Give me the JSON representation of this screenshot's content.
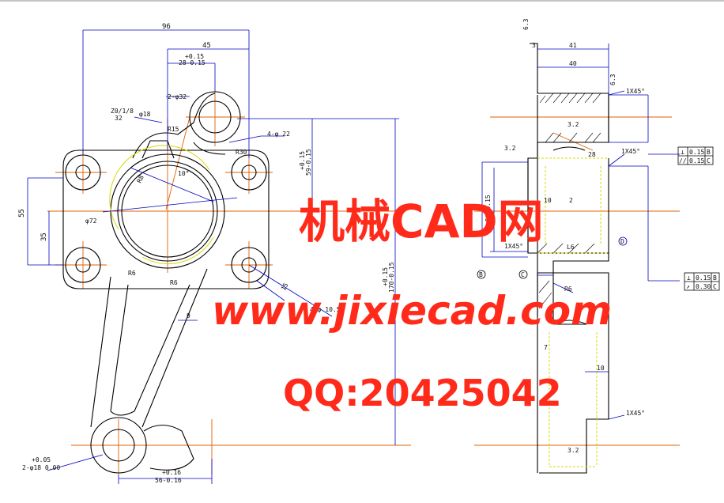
{
  "dims_front": {
    "d96": "96",
    "d45": "45",
    "d28_tol_hi": "+0.15",
    "d28": "28-0.15",
    "d2phi32": "2-φ32",
    "surf_a": "Z0/1/8",
    "surf_b": "32",
    "phi18": "φ18",
    "r15": "R15",
    "r30": "R30",
    "holes22": "4-φ 22",
    "d59_tol_hi": "+0.15",
    "d59": "59-0.15",
    "d10": "10°",
    "r8": "R8",
    "phi72": "φ72",
    "d55": "55",
    "d35": "35",
    "r6a": "R6",
    "r6b": "R6",
    "d15": "15",
    "holes105": "4-φ 10.5",
    "d9": "9",
    "d170_tol_hi": "+0.15",
    "d170": "170-0.15",
    "d2phi18_tol_hi": "+0.05",
    "d2phi18": "2-φ18  0.00",
    "d56_tol_hi": "+0.16",
    "d56": "56-0.16"
  },
  "dims_side": {
    "surf63": "6.3",
    "d3": "3",
    "d41": "41",
    "d40": "40",
    "surf63b": "6.3",
    "ch1": "1X45°",
    "surf32a": "3.2",
    "surf32b": "3.2",
    "d28": "28",
    "ch2": "1X45°",
    "d10": "10",
    "d2": "2",
    "d58": "58-0.15",
    "ch3": "1X45°",
    "l6": "L6",
    "ref_d": "D",
    "ref_b": "B",
    "ref_c": "C",
    "r6": "R6",
    "d7": "7",
    "d10b": "10",
    "ch4": "1X45°",
    "surf32c": "3.2"
  },
  "tolerance_frames": {
    "upper": [
      {
        "symbol": "⊥",
        "value": "0.15",
        "datum": "B"
      },
      {
        "symbol": "//",
        "value": "0.15",
        "datum": "C"
      }
    ],
    "lower": [
      {
        "symbol": "⊥",
        "value": "0.15",
        "datum": "B"
      },
      {
        "symbol": "↗",
        "value": "0.30",
        "datum": "C"
      }
    ]
  },
  "watermark": {
    "line1": "机械CAD网",
    "line2": "www.jixiecad.com",
    "line3": "QQ:20425042"
  },
  "colors": {
    "outline": "#000000",
    "center": "#e06000",
    "dimension": "#0000c0",
    "hidden": "#d8d800",
    "watermark": "#ff2a1a"
  }
}
